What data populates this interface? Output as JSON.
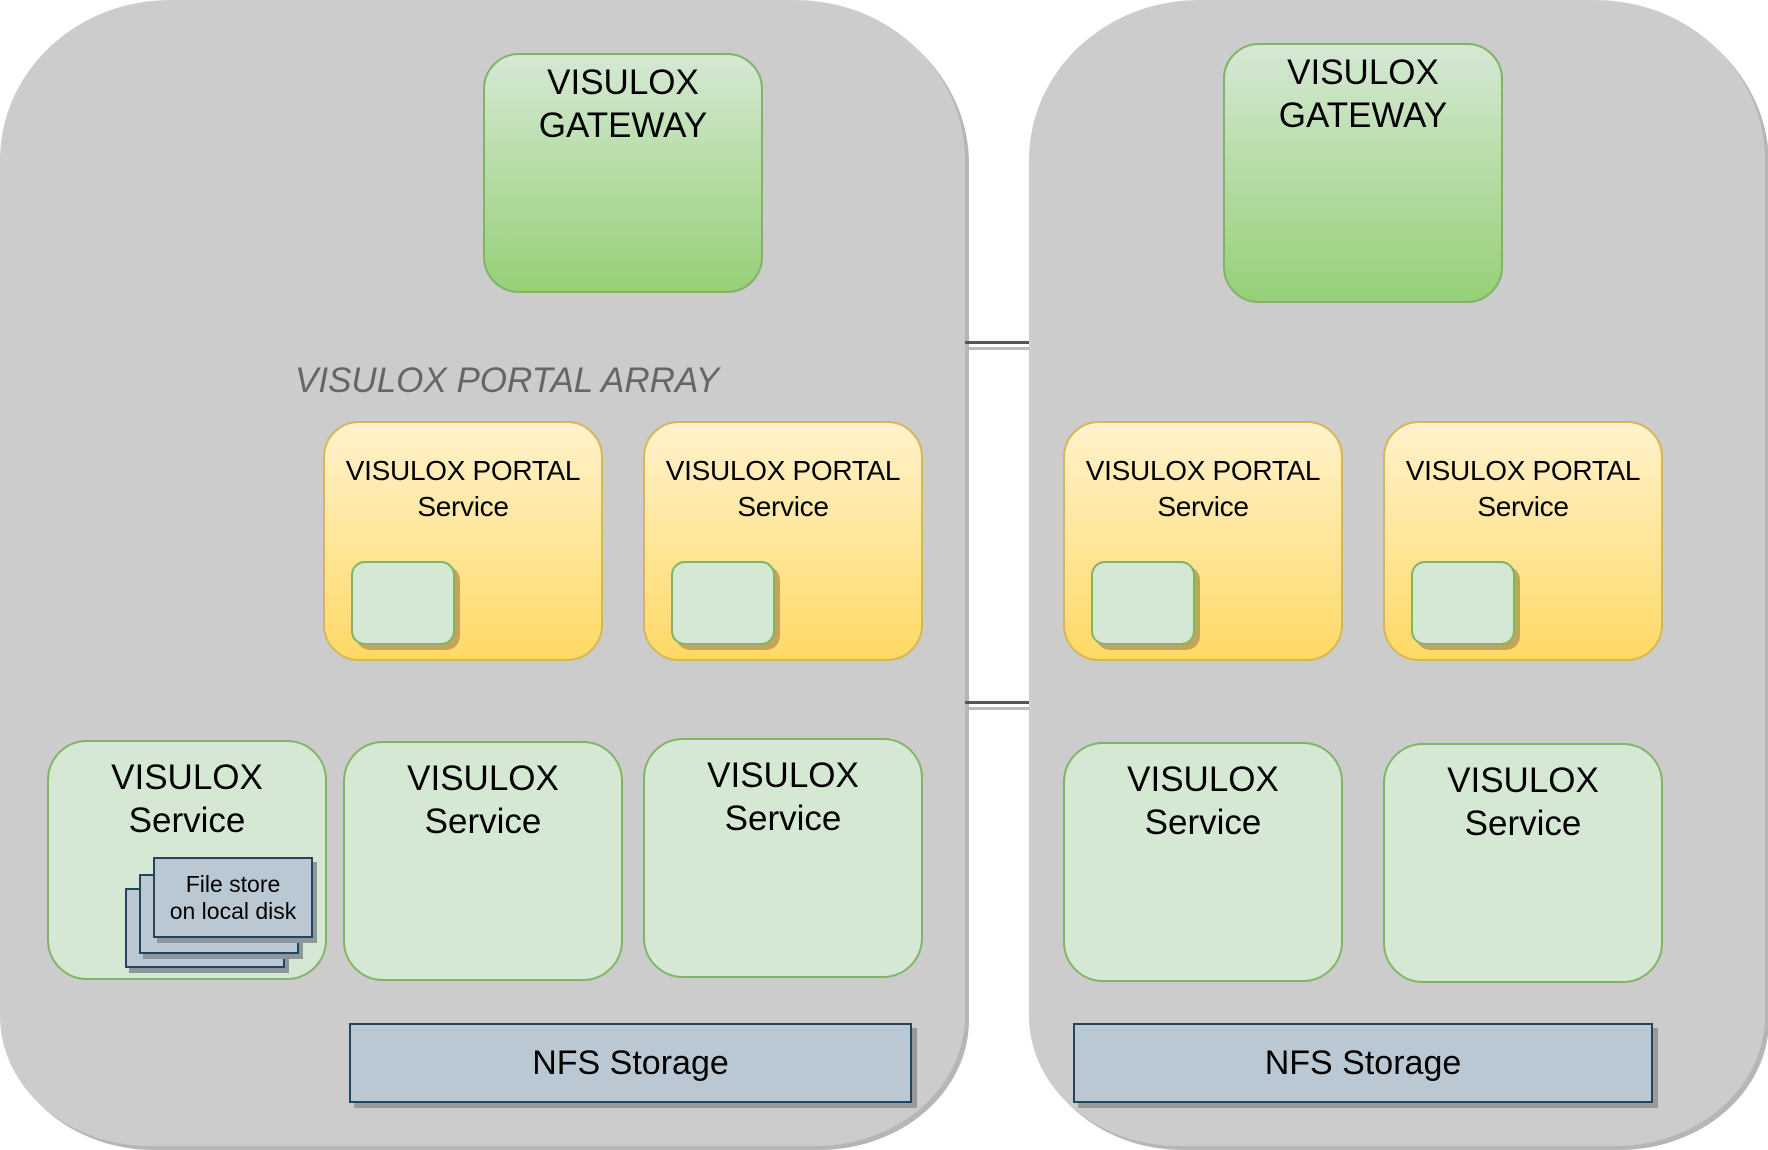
{
  "colors": {
    "container_bg": "#cccccc",
    "gateway_fill_top": "#d5e8d4",
    "gateway_fill_bottom": "#97d077",
    "green_border": "#82b366",
    "portal_fill_top": "#fff2cc",
    "portal_fill_bottom": "#ffd966",
    "portal_border": "#d6b656",
    "service_fill": "#d5e8d4",
    "storage_fill": "#bac8d3",
    "storage_border": "#23445d",
    "array_title": "#666666",
    "connector": "#555555"
  },
  "left_site": {
    "gateway": {
      "line1": "VISULOX",
      "line2": "GATEWAY"
    },
    "portal_array_title": "VISULOX PORTAL ARRAY",
    "portals": [
      {
        "line1": "VISULOX PORTAL",
        "line2": "Service"
      },
      {
        "line1": "VISULOX PORTAL",
        "line2": "Service"
      }
    ],
    "services": [
      {
        "line1": "VISULOX",
        "line2": "Service",
        "file_store": {
          "line1": "File store",
          "line2": "on local disk"
        }
      },
      {
        "line1": "VISULOX",
        "line2": "Service"
      },
      {
        "line1": "VISULOX",
        "line2": "Service"
      }
    ],
    "storage": {
      "label": "NFS Storage"
    }
  },
  "right_site": {
    "gateway": {
      "line1": "VISULOX",
      "line2": "GATEWAY"
    },
    "portals": [
      {
        "line1": "VISULOX PORTAL",
        "line2": "Service"
      },
      {
        "line1": "VISULOX PORTAL",
        "line2": "Service"
      }
    ],
    "services": [
      {
        "line1": "VISULOX",
        "line2": "Service"
      },
      {
        "line1": "VISULOX",
        "line2": "Service"
      }
    ],
    "storage": {
      "label": "NFS Storage"
    }
  },
  "connectors": [
    {
      "from": "left_site",
      "to": "right_site"
    },
    {
      "from": "left_site",
      "to": "right_site"
    }
  ]
}
